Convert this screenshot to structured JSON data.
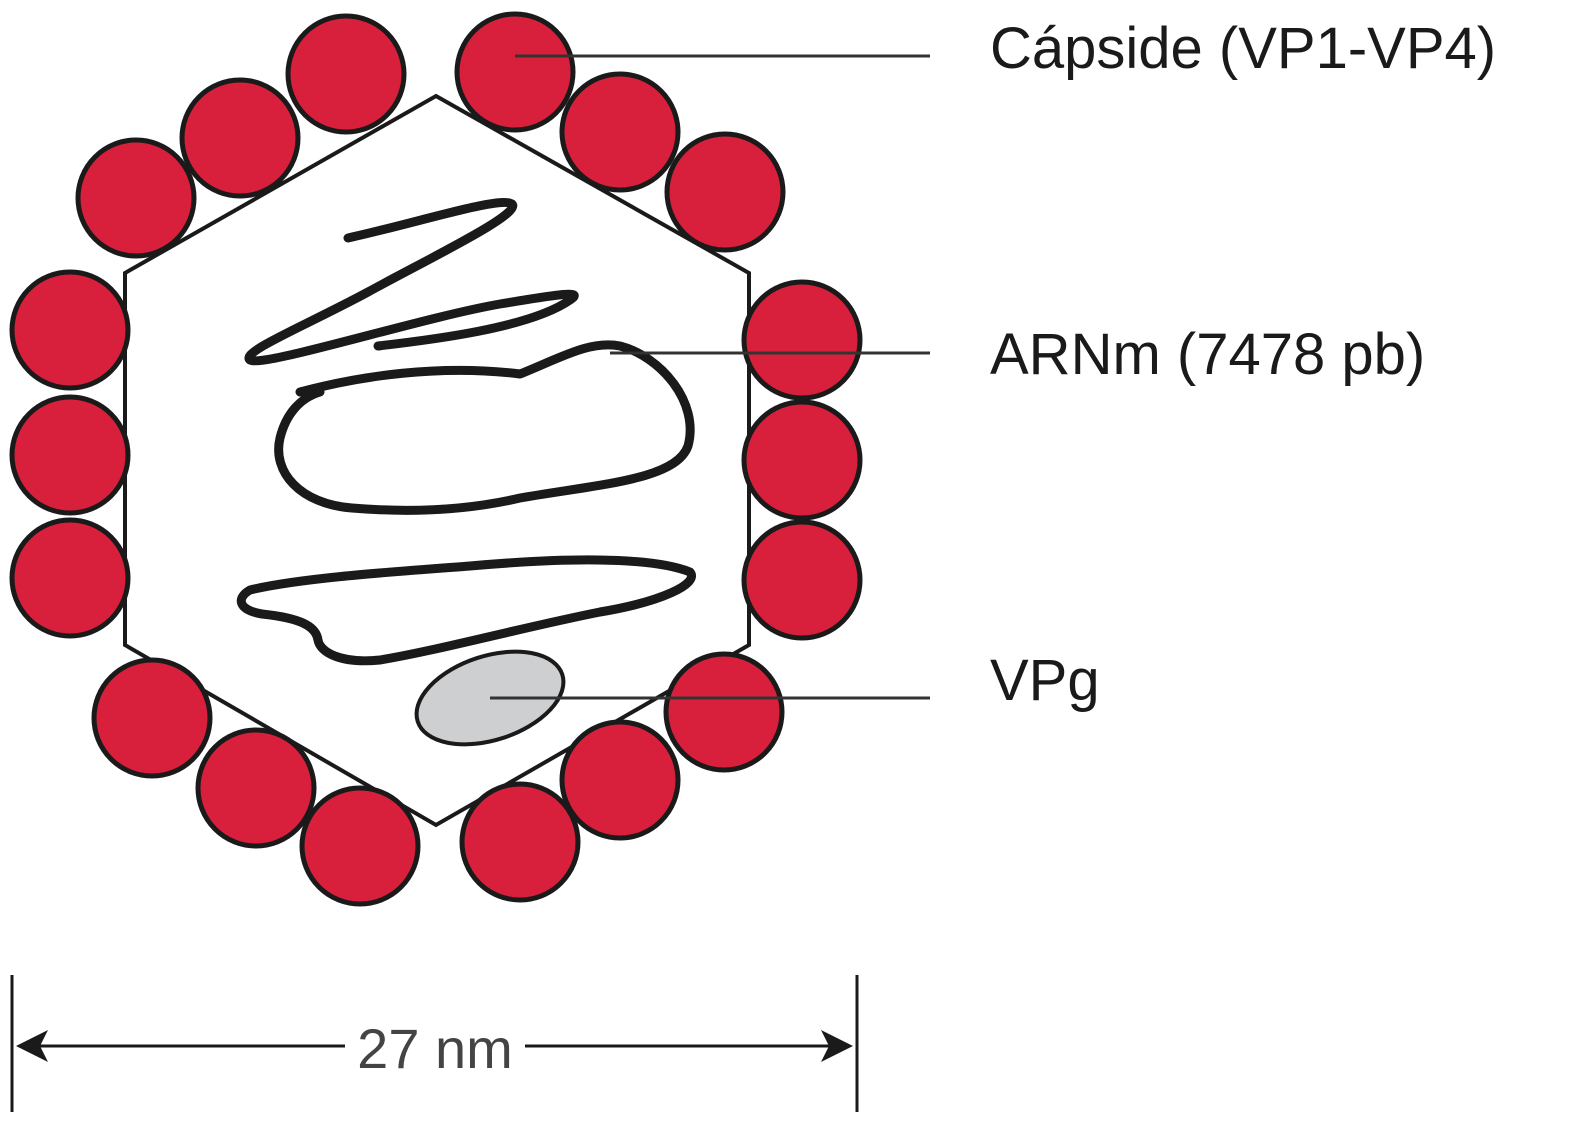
{
  "labels": {
    "capsid": "Cápside (VP1-VP4)",
    "rna": "ARNm (7478 pb)",
    "vpg": "VPg"
  },
  "scale": {
    "text": "27 nm"
  },
  "colors": {
    "capsomer_fill": "#d8203c",
    "outline": "#1a1a1a",
    "vpg_fill": "#cdcfd1",
    "leader_line": "#333333",
    "scale_text": "#444444",
    "background": "#ffffff"
  }
}
